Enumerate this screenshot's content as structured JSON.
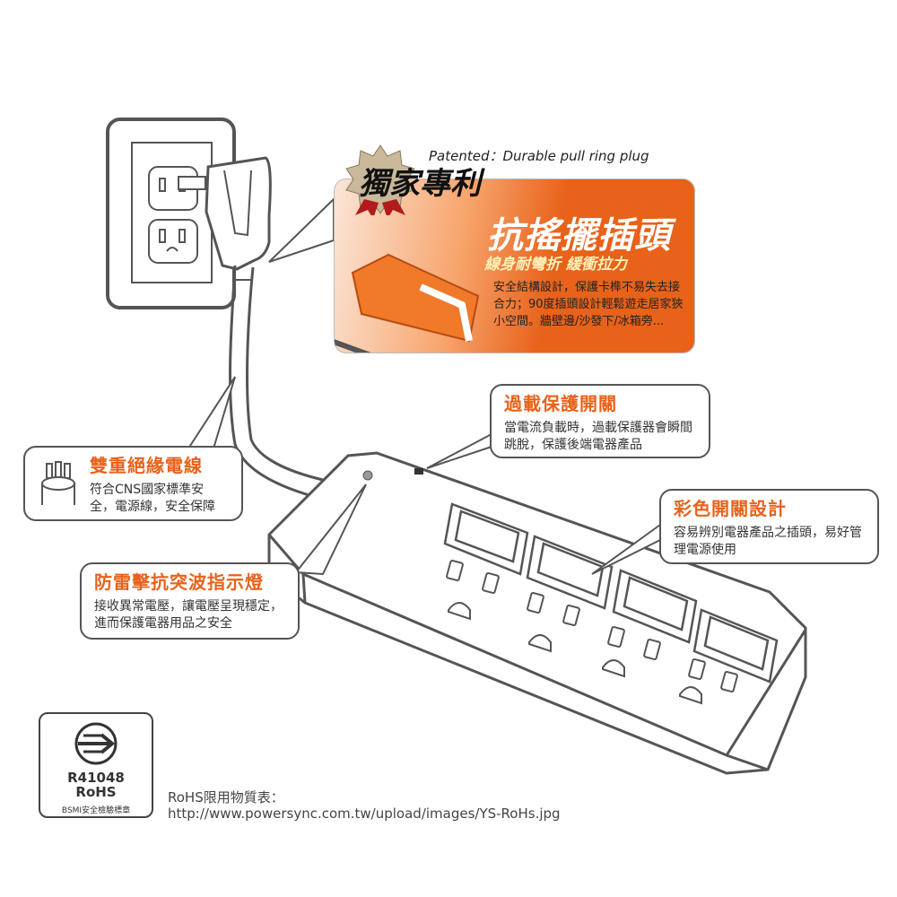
{
  "patent": {
    "label": "Patented：Durable pull ring plug",
    "badge": "獨家專利",
    "title": "抗搖擺插頭",
    "subtitle": "線身耐彎折 緩衝拉力",
    "body": "安全結構設計，保護卡榫不易失去接合力；90度插頭設計輕鬆遊走居家狹小空間。牆壁邊/沙發下/冰箱旁..."
  },
  "overload": {
    "title": "過載保護開關",
    "text": "當電流負載時，過載保護器會瞬間跳脫，保護後端電器產品"
  },
  "switches": {
    "title": "彩色開關設計",
    "text": "容易辨別電器產品之插頭，易好管理電源使用"
  },
  "cable": {
    "title": "雙重絕緣電線",
    "text": "符合CNS國家標準安全，電源線，安全保障"
  },
  "surge": {
    "title": "防雷擊抗突波指示燈",
    "text": "接收異常電壓，讓電壓呈現穩定，進而保護電器用品之安全"
  },
  "rohs": {
    "code": "R41048",
    "mark": "RoHS",
    "caption": "BSMI安全檢驗標章",
    "line1": "RoHS限用物質表：",
    "line2": "http://www.powersync.com.tw/upload/images/YS-RoHs.jpg"
  },
  "colors": {
    "accent": "#e8621a",
    "outline": "#555555"
  },
  "icons": [
    "wall-outlet-icon",
    "plug-icon",
    "cable-icon",
    "power-strip-icon",
    "patent-medal-icon",
    "certification-icon"
  ]
}
